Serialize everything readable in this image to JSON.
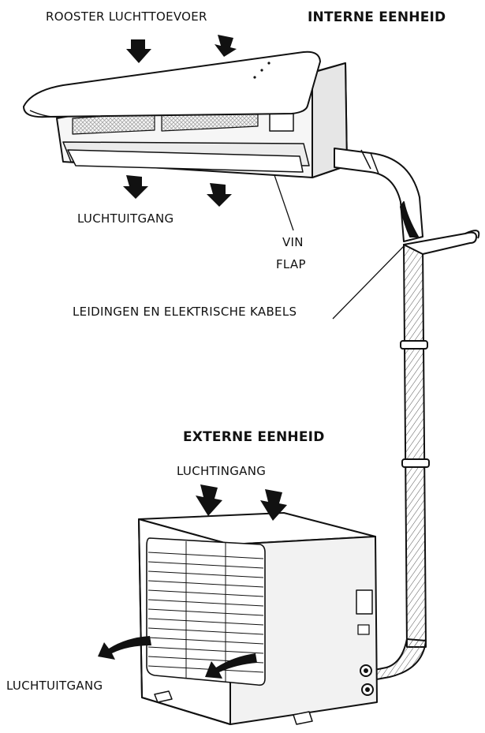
{
  "labels": {
    "rooster_luchttoevoer": "ROOSTER LUCHTTOEVOER",
    "interne_eenheid": "INTERNE EENHEID",
    "luchtuitgang_top": "LUCHTUITGANG",
    "vin": "VIN",
    "flap": "FLAP",
    "leidingen": "LEIDINGEN EN ELEKTRISCHE KABELS",
    "externe_eenheid": "EXTERNE EENHEID",
    "luchtingang": "LUCHTINGANG",
    "luchtuitgang_bottom": "LUCHTUITGANG"
  },
  "colors": {
    "ink": "#111111",
    "paper": "#ffffff",
    "shade": "#dcdcdc",
    "mesh": "#bdbdbd"
  },
  "icons": [
    "air-in-arrow",
    "air-out-arrow",
    "indoor-unit",
    "outdoor-unit",
    "pipe-bundle"
  ]
}
